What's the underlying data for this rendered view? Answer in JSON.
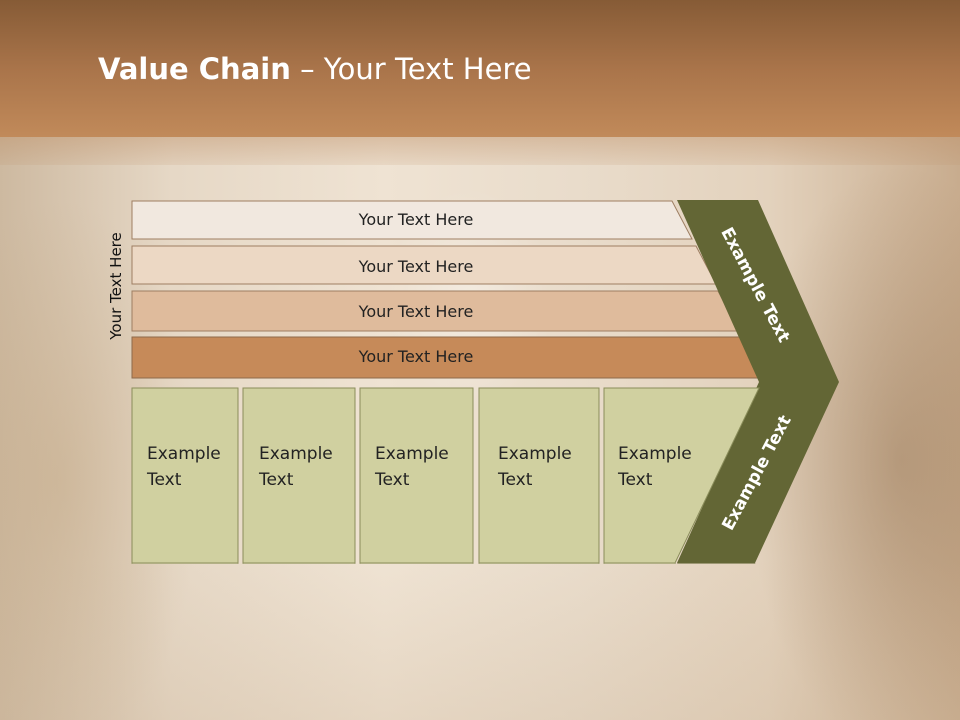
{
  "slide": {
    "title_bold": "Value Chain",
    "title_rest": " – Your Text Here",
    "side_label": "Your Text Here"
  },
  "bars": [
    {
      "label": "Your Text Here",
      "color": "#f1e8df"
    },
    {
      "label": "Your Text Here",
      "color": "#ecd8c4"
    },
    {
      "label": "Your Text Here",
      "color": "#dfbb9c"
    },
    {
      "label": "Your Text Here",
      "color": "#c68a59"
    }
  ],
  "boxes": [
    {
      "line1": "Example",
      "line2": "Text"
    },
    {
      "line1": "Example",
      "line2": "Text"
    },
    {
      "line1": "Example",
      "line2": "Text"
    },
    {
      "line1": "Example",
      "line2": "Text"
    },
    {
      "line1": "Example",
      "line2": "Text"
    }
  ],
  "chevron": {
    "upper_text": "Example Text",
    "lower_text": "Example Text",
    "color": "#636635"
  },
  "colors": {
    "box_fill": "#d0d0a0",
    "box_stroke": "#8a8d5a",
    "header": "#a9744a"
  }
}
